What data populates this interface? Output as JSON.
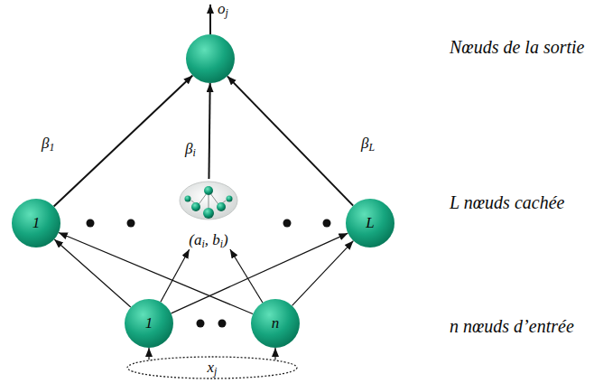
{
  "diagram": {
    "nodes": [
      {
        "text": [
          "oj"
        ]
      },
      {
        "text": [
          "1"
        ]
      },
      {
        "text": [
          "(ai, bi)"
        ]
      },
      {
        "text": [
          "L"
        ]
      },
      {
        "text": [
          "1"
        ]
      },
      {
        "text": [
          "n"
        ]
      },
      {
        "text": [
          "xj"
        ]
      }
    ],
    "edges": [
      {
        "from": 1,
        "to": 0,
        "arrow": "to",
        "label": "β1"
      },
      {
        "from": 2,
        "to": 0,
        "arrow": "to",
        "label": "βi"
      },
      {
        "from": 3,
        "to": 0,
        "arrow": "to",
        "label": "βL"
      },
      {
        "from": 4,
        "to": 1,
        "arrow": "to"
      },
      {
        "from": 4,
        "to": 2,
        "arrow": "to"
      },
      {
        "from": 4,
        "to": 3,
        "arrow": "to"
      },
      {
        "from": 5,
        "to": 1,
        "arrow": "to"
      },
      {
        "from": 5,
        "to": 2,
        "arrow": "to"
      },
      {
        "from": 5,
        "to": 3,
        "arrow": "to"
      },
      {
        "from": 6,
        "to": 4,
        "arrow": "to"
      },
      {
        "from": 6,
        "to": 5,
        "arrow": "to"
      }
    ],
    "labels": [
      "Nœuds de la sortie",
      "L nœuds cachée",
      "n nœuds d’entrée"
    ]
  }
}
